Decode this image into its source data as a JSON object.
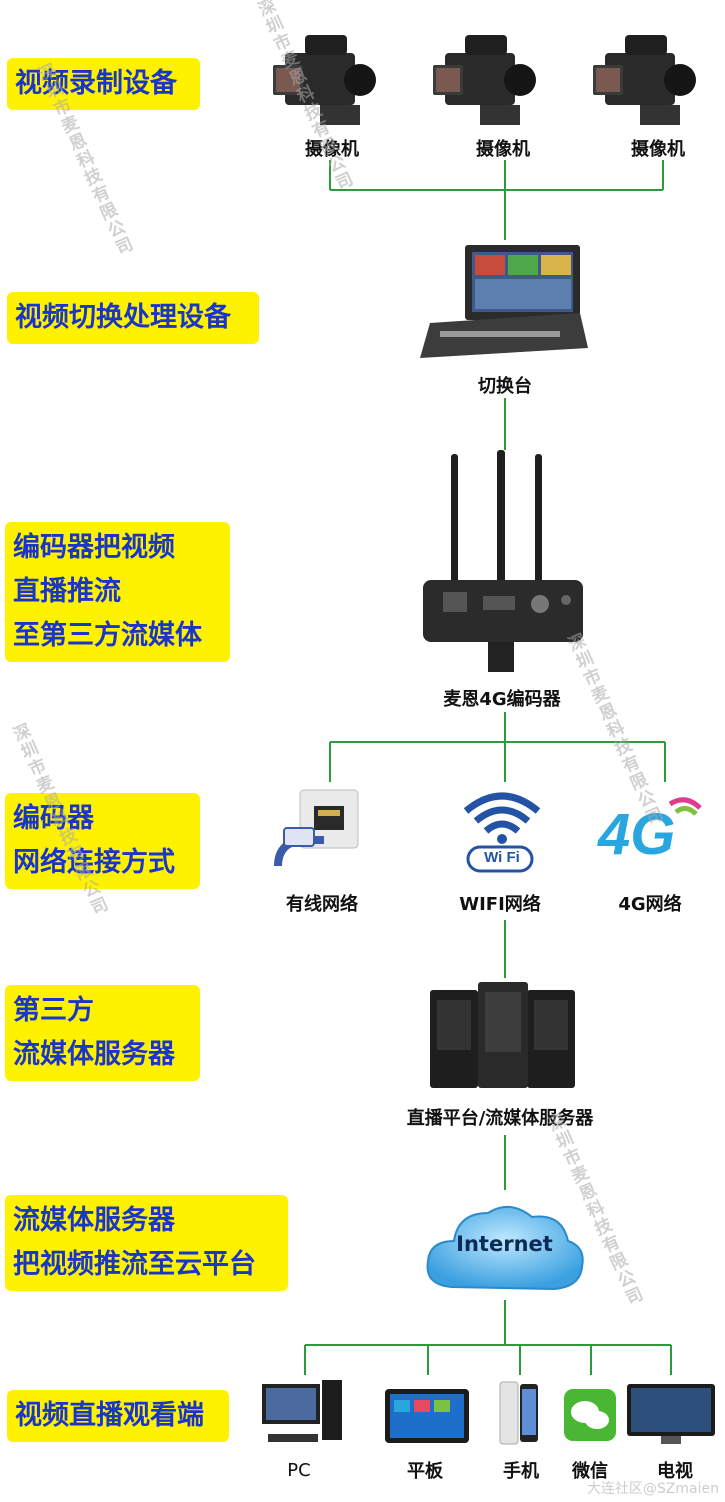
{
  "stages": [
    {
      "lines": [
        "视频录制设备"
      ]
    },
    {
      "lines": [
        "视频切换处理设备"
      ]
    },
    {
      "lines": [
        "编码器把视频",
        "直播推流",
        "至第三方流媒体"
      ]
    },
    {
      "lines": [
        "编码器",
        "网络连接方式"
      ]
    },
    {
      "lines": [
        "第三方",
        "流媒体服务器"
      ]
    },
    {
      "lines": [
        "流媒体服务器",
        "把视频推流至云平台"
      ]
    },
    {
      "lines": [
        "视频直播观看端"
      ]
    }
  ],
  "devices": {
    "cameras": [
      "摄像机",
      "摄像机",
      "摄像机"
    ],
    "switcher": "切换台",
    "encoder": "麦恩4G编码器",
    "networks": [
      "有线网络",
      "WIFI网络",
      "4G网络"
    ],
    "wifi_badge": "Wi Fi",
    "lte_badge": "4G",
    "server": "直播平台/流媒体服务器",
    "cloud": "Internet",
    "endpoints": [
      "PC",
      "平板",
      "手机",
      "微信",
      "电视"
    ]
  },
  "watermark": "深圳市麦恩科技有限公司",
  "footer": "大连社区@SZmaien",
  "colors": {
    "label_bg": "#fff200",
    "label_text": "#1a36c8",
    "line": "#2e9b3a"
  }
}
